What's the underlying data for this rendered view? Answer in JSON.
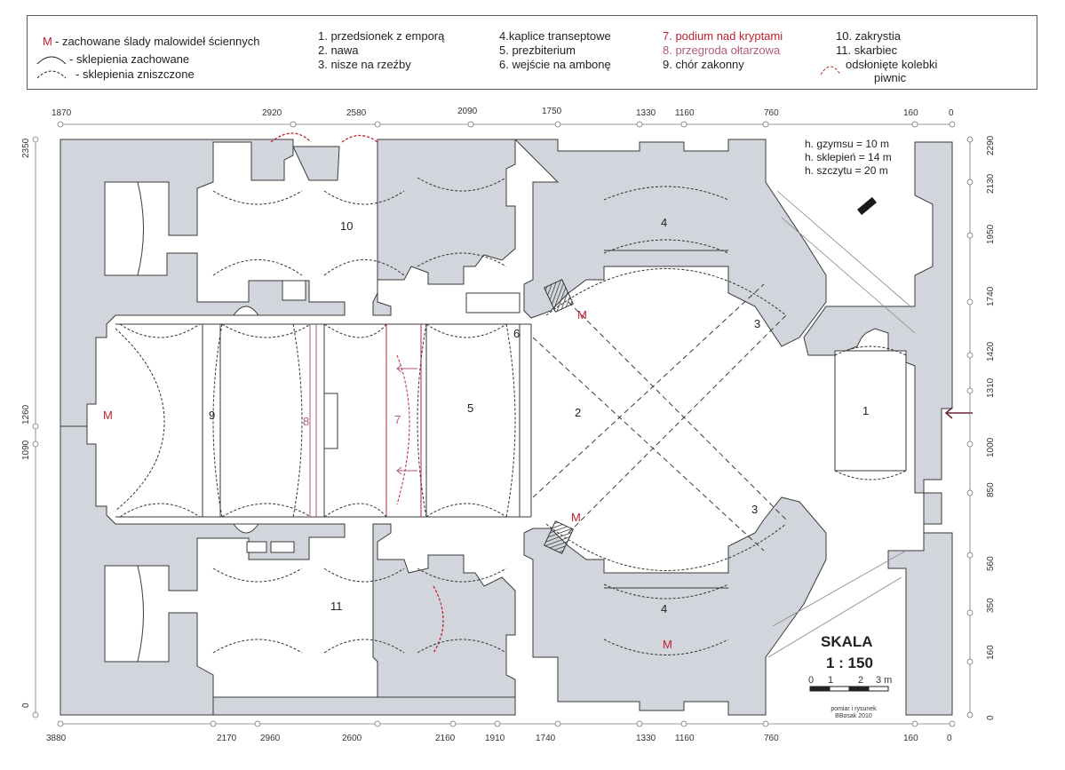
{
  "legend": {
    "m_symbol": "M",
    "m_text": "- zachowane ślady malowideł ściennych",
    "vault_preserved": "- sklepienia zachowane",
    "vault_destroyed": "- sklepienia zniszczone",
    "items_col1": [
      "1. przedsionek z emporą",
      "2. nawa",
      "3. nisze na rzeźby"
    ],
    "items_col2": [
      "4.kaplice transeptowe",
      "5. prezbiterium",
      "6. wejście na ambonę"
    ],
    "items_col3": [
      "7. podium nad kryptami",
      "8. przegroda ołtarzowa",
      "9. chór zakonny"
    ],
    "items_col4": [
      "10. zakrystia",
      "11. skarbiec",
      "odsłonięte kolebki",
      "piwnic"
    ]
  },
  "heights": [
    "h. gzymsu = 10 m",
    "h. sklepień = 14 m",
    "h. szczytu = 20 m"
  ],
  "dims_top": [
    "1870",
    "2920",
    "2580",
    "2090",
    "1750",
    "1330",
    "1160",
    "760",
    "160",
    "0"
  ],
  "dims_bottom": [
    "3880",
    "2170",
    "2960",
    "2600",
    "2160",
    "1910",
    "1740",
    "1330",
    "1160",
    "760",
    "160",
    "0"
  ],
  "dims_left": [
    "2350",
    "1260",
    "1090",
    "0"
  ],
  "dims_right": [
    "2290",
    "2130",
    "1950",
    "1740",
    "1420",
    "1310",
    "1000",
    "850",
    "560",
    "350",
    "160",
    "0"
  ],
  "rooms": {
    "r1": "1",
    "r2": "2",
    "r3a": "3",
    "r3b": "3",
    "r4a": "4",
    "r4b": "4",
    "r5": "5",
    "r6": "6",
    "r7": "7",
    "r8": "8",
    "r9": "9",
    "r10": "10",
    "r11": "11"
  },
  "m_marks": [
    "M",
    "M",
    "M",
    "M"
  ],
  "scale": {
    "title": "SKALA",
    "ratio": "1 : 150",
    "ticks": [
      "0",
      "1",
      "2",
      "3 m"
    ],
    "credit_1": "pomiar i rysunek",
    "credit_2": "BBosak 2010"
  },
  "colors": {
    "wall": "#d2d6dc",
    "outline": "#3a3a3a",
    "red": "#c0202f",
    "pink": "#b05a78"
  }
}
